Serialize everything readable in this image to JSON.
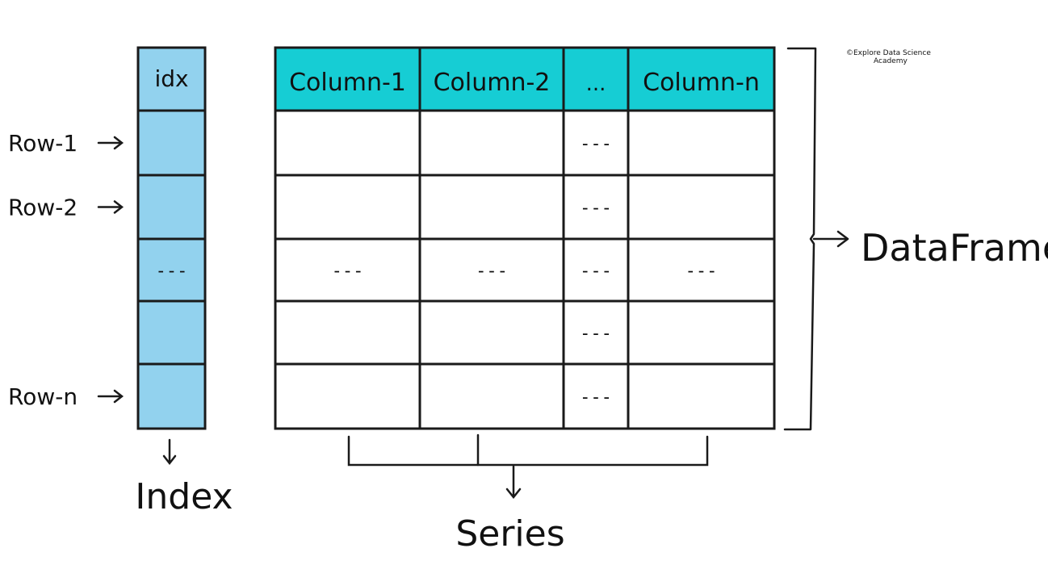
{
  "index_column": {
    "header": "idx",
    "cells": [
      "",
      "",
      "---",
      "",
      ""
    ]
  },
  "row_labels": [
    "Row-1",
    "Row-2",
    "",
    "",
    "Row-n"
  ],
  "table": {
    "columns": [
      "Column-1",
      "Column-2",
      "...",
      "Column-n"
    ],
    "rows": [
      [
        "",
        "",
        "---",
        ""
      ],
      [
        "",
        "",
        "---",
        ""
      ],
      [
        "---",
        "---",
        "---",
        "---"
      ],
      [
        "",
        "",
        "---",
        ""
      ],
      [
        "",
        "",
        "---",
        ""
      ]
    ]
  },
  "labels": {
    "index": "Index",
    "series": "Series",
    "dataframe": "DataFrame"
  },
  "credit": {
    "line1": "©Explore Data Science",
    "line2": "Academy"
  },
  "colors": {
    "index_fill": "#92d2ee",
    "header_fill": "#16cdd4",
    "stroke": "#1a1a1a"
  }
}
